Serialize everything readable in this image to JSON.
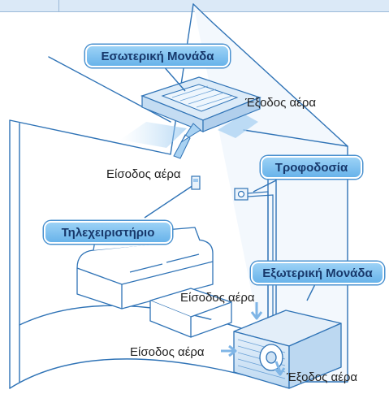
{
  "callouts": {
    "indoor_unit": "Εσωτερική Μονάδα",
    "power_supply": "Τροφοδοσία",
    "remote_control": "Τηλεχειριστήριο",
    "outdoor_unit": "Εξωτερική Μονάδα"
  },
  "air_labels": {
    "indoor_outlet": "Έξοδος αέρα",
    "indoor_inlet": "Είσοδος αέρα",
    "outdoor_inlet_top": "Είσοδος αέρα",
    "outdoor_inlet_side": "Είσοδος αέρα",
    "outdoor_outlet": "Έξοδος αέρα"
  },
  "colors": {
    "line_blue": "#2f73b6",
    "callout_fill": "#7fc0f0",
    "callout_text": "#17386b",
    "airflow": "#9cc8ef"
  }
}
